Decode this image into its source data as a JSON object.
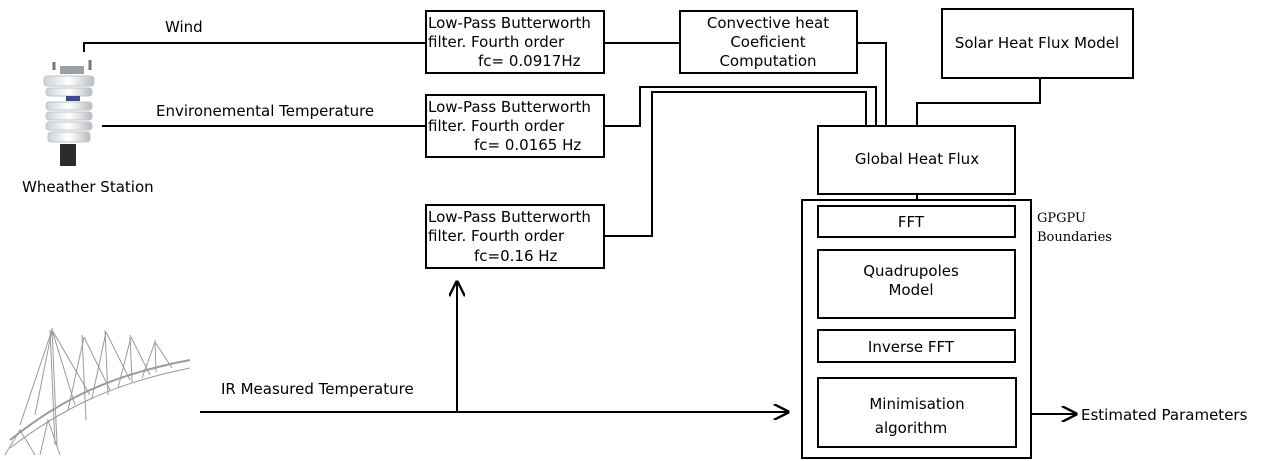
{
  "labels": {
    "wind": "Wind",
    "env_temp": "Environemental Temperature",
    "weather_station": "Wheather Station",
    "ir_temp": "IR Measured Temperature",
    "estimated": "Estimated Parameters",
    "gpgpu_line1": "GPGPU",
    "gpgpu_line2": "Boundaries"
  },
  "filters": [
    {
      "line1": "Low-Pass Butterworth",
      "line2": "filter. Fourth order",
      "line3": "fc= 0.0917Hz"
    },
    {
      "line1": "Low-Pass Butterworth",
      "line2": "filter. Fourth order",
      "line3": "fc= 0.0165 Hz"
    },
    {
      "line1": "Low-Pass Butterworth",
      "line2": "filter. Fourth order",
      "line3": "fc=0.16 Hz"
    }
  ],
  "convective": {
    "line1": "Convective heat",
    "line2": "Coeficient",
    "line3": "Computation"
  },
  "solar": "Solar Heat Flux Model",
  "global": "Global Heat Flux",
  "fft": "FFT",
  "quad": {
    "line1": "Quadrupoles",
    "line2": "Model"
  },
  "ifft": "Inverse FFT",
  "minim": {
    "line1": "Minimisation",
    "line2": "algorithm"
  }
}
